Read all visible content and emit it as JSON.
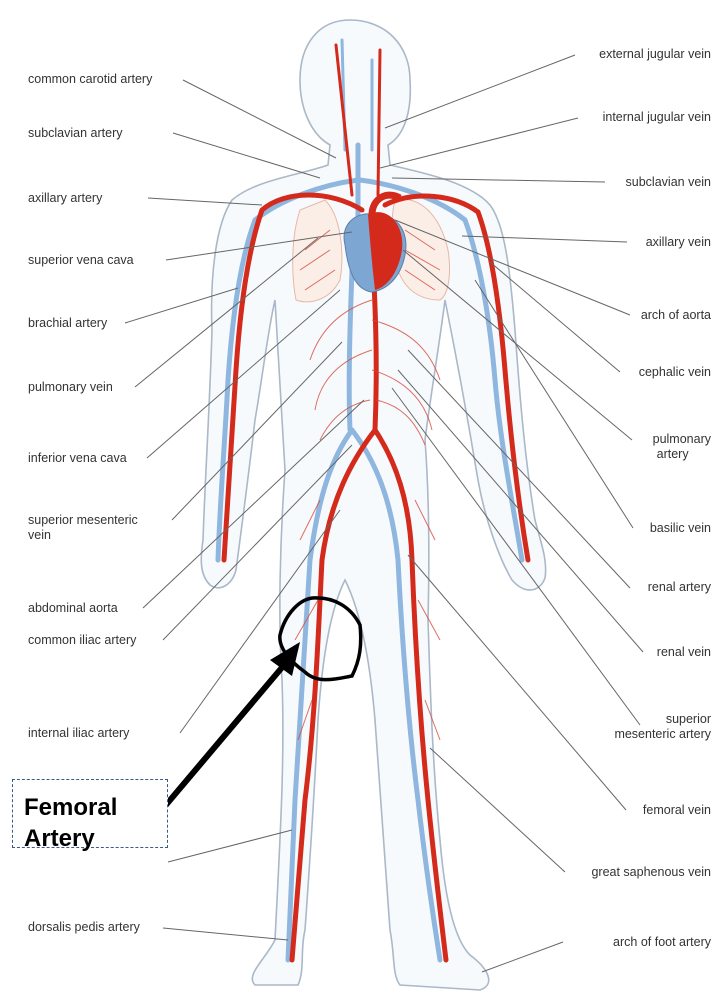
{
  "left_labels": [
    "common carotid artery",
    "subclavian artery",
    "axillary artery",
    "superior vena cava",
    "brachial artery",
    "pulmonary vein",
    "inferior vena cava",
    [
      "superior mesenteric",
      "vein"
    ],
    "abdominal aorta",
    "common iliac artery",
    "internal iliac artery",
    "dorsalis pedis artery"
  ],
  "right_labels": [
    "external jugular vein",
    "internal jugular vein",
    "subclavian vein",
    "axillary vein",
    "arch of aorta",
    "cephalic vein",
    [
      "pulmonary",
      "artery"
    ],
    "basilic vein",
    "renal artery",
    "renal vein",
    [
      "superior",
      "mesenteric artery"
    ],
    "femoral vein",
    "great saphenous vein",
    "arch of foot artery"
  ],
  "annotation": {
    "line1": "Femoral",
    "line2": "Artery"
  },
  "colors": {
    "artery": "#d42a1c",
    "vein": "#8fb6de",
    "outline": "#aab8c8",
    "leader": "#666666",
    "annotation_box": "#3a5a8c"
  }
}
